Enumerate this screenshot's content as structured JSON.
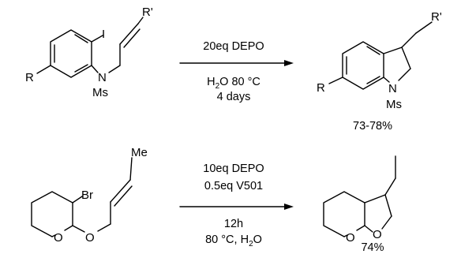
{
  "reaction1": {
    "reactant": {
      "atoms": {
        "iodine": "I",
        "nitrogen": "N",
        "ms": "Ms",
        "r": "R",
        "r_prime": "R'"
      }
    },
    "conditions": {
      "line1": "20eq DEPO",
      "line2_pre": "H",
      "line2_sub": "2",
      "line2_post": "O 80 °C",
      "line3": "4 days"
    },
    "product": {
      "atoms": {
        "nitrogen": "N",
        "ms": "Ms",
        "r": "R",
        "r_prime": "R'"
      },
      "yield": "73-78%"
    }
  },
  "reaction2": {
    "reactant": {
      "atoms": {
        "bromine": "Br",
        "methyl": "Me",
        "ring_oxygen": "O",
        "ether_oxygen": "O"
      }
    },
    "conditions": {
      "line1": "10eq DEPO",
      "line2": "0.5eq V501",
      "line3": "12h",
      "line4_pre": "80 °C, H",
      "line4_sub": "2",
      "line4_post": "O"
    },
    "product": {
      "atoms": {
        "oxygen_left": "O",
        "oxygen_right": "O"
      },
      "yield": "74%"
    }
  }
}
